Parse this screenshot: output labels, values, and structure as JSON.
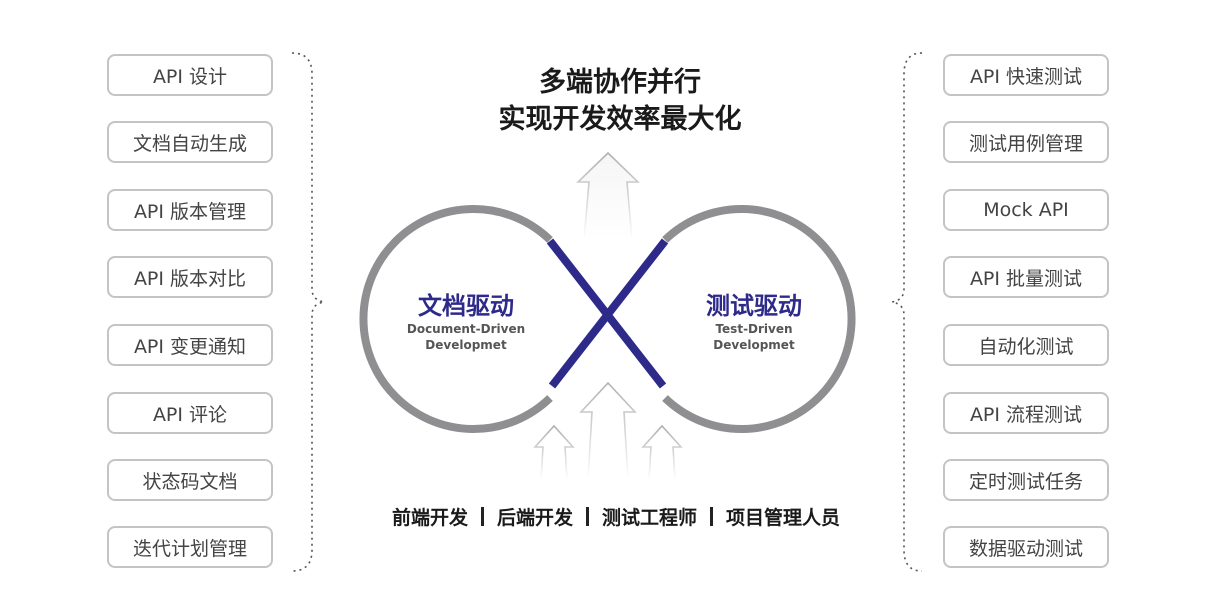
{
  "headline": {
    "line1": "多端协作并行",
    "line2": "实现开发效率最大化"
  },
  "left_features": [
    "API 设计",
    "文档自动生成",
    "API 版本管理",
    "API 版本对比",
    "API 变更通知",
    "API 评论",
    "状态码文档",
    "迭代计划管理"
  ],
  "right_features": [
    "API 快速测试",
    "测试用例管理",
    "Mock API",
    "API 批量测试",
    "自动化测试",
    "API 流程测试",
    "定时测试任务",
    "数据驱动测试"
  ],
  "doc_loop": {
    "title": "文档驱动",
    "en_line1": "Document-Driven",
    "en_line2": "Developmet"
  },
  "test_loop": {
    "title": "测试驱动",
    "en_line1": "Test-Driven",
    "en_line2": "Developmet"
  },
  "roles": [
    "前端开发",
    "后端开发",
    "测试工程师",
    "项目管理人员"
  ],
  "colors": {
    "accent": "#2e2a8a",
    "ring": "#8f8f91",
    "pill_border": "#c4c4c4"
  }
}
